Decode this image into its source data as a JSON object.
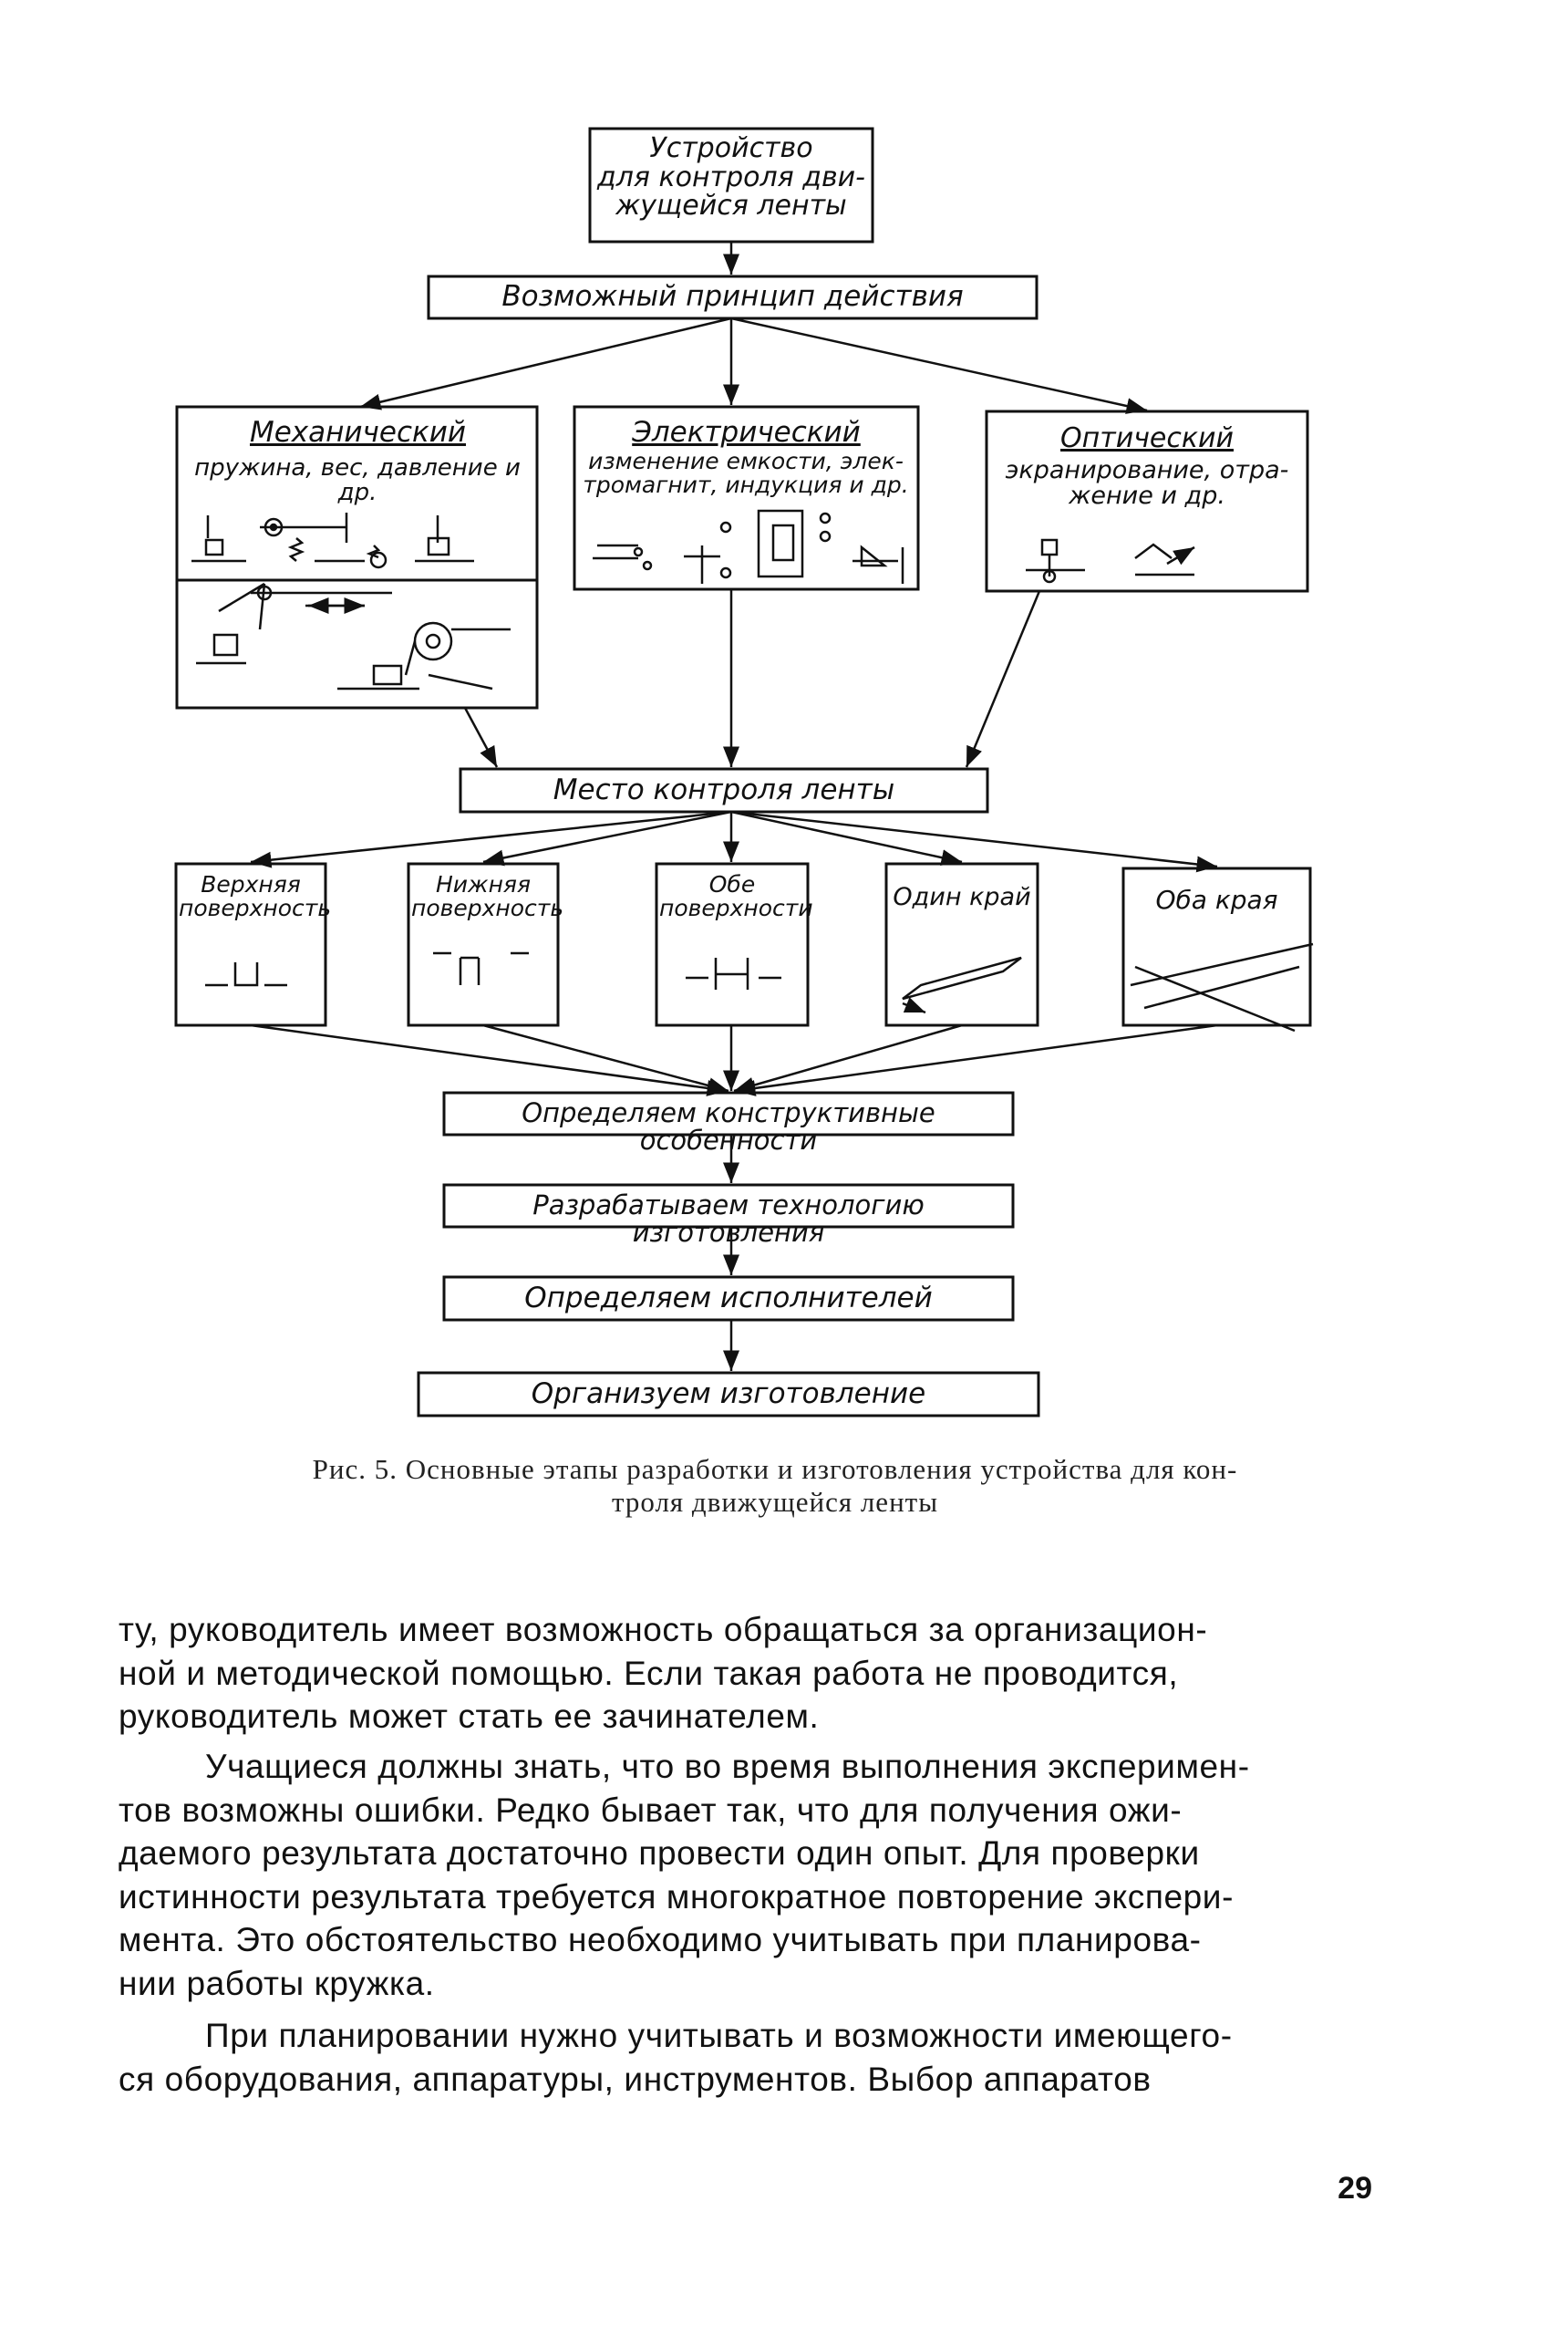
{
  "figure": {
    "root": "Устройство\nдля контроля дви-\nжущейся ленты",
    "principle": "Возможный принцип действия",
    "categories": [
      {
        "title": "Механический",
        "subtitle": "пружина, вес, давление и др."
      },
      {
        "title": "Электрический",
        "subtitle": "изменение емкости, элек-\nтромагнит, индукция и др."
      },
      {
        "title": "Оптический",
        "subtitle": "экранирование, отра-\nжение и др."
      }
    ],
    "place": "Место контроля ленты",
    "locations": [
      "Верхняя\nповерхность",
      "Нижняя\nповерхность",
      "Обе\nповерхности",
      "Один край",
      "Оба края"
    ],
    "steps": [
      "Определяем конструктивные особенности",
      "Разрабатываем технологию изготовления",
      "Определяем исполнителей",
      "Организуем изготовление"
    ]
  },
  "caption": "Рис. 5. Основные этапы разработки и изготовления устройства для кон-\nтроля движущейся ленты",
  "paragraphs": [
    "ту, руководитель имеет возможность обращаться за организацион-\nной и методической помощью. Если такая работа не проводится,\nруководитель может стать ее зачинателем.",
    "Учащиеся должны знать, что во время выполнения эксперимен-\nтов возможны ошибки. Редко бывает так, что для получения ожи-\nдаемого результата достаточно провести один опыт. Для проверки\nистинности результата требуется многократное повторение экспери-\nмента. Это обстоятельство необходимо учитывать при планирова-\nнии работы кружка.",
    "При планировании нужно учитывать и возможности имеющего-\nся оборудования, аппаратуры, инструментов. Выбор аппаратов"
  ],
  "page_number": "29"
}
